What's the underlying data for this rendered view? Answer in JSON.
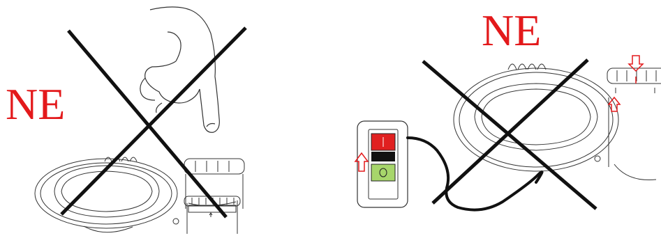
{
  "left_panel": {
    "label": "NE",
    "icons": [
      "pointing-hand-icon",
      "pump-icon",
      "cross-out-icon"
    ]
  },
  "right_panel": {
    "label": "NE",
    "icons": [
      "power-switch-icon",
      "pump-icon",
      "cross-out-icon",
      "up-arrow-icon"
    ],
    "switch": {
      "on_symbol": "I",
      "off_symbol": "O"
    }
  },
  "colors": {
    "warning": "#e3191b",
    "switch_on": "#e02020",
    "switch_off": "#a7d66b",
    "line": "#111111"
  }
}
